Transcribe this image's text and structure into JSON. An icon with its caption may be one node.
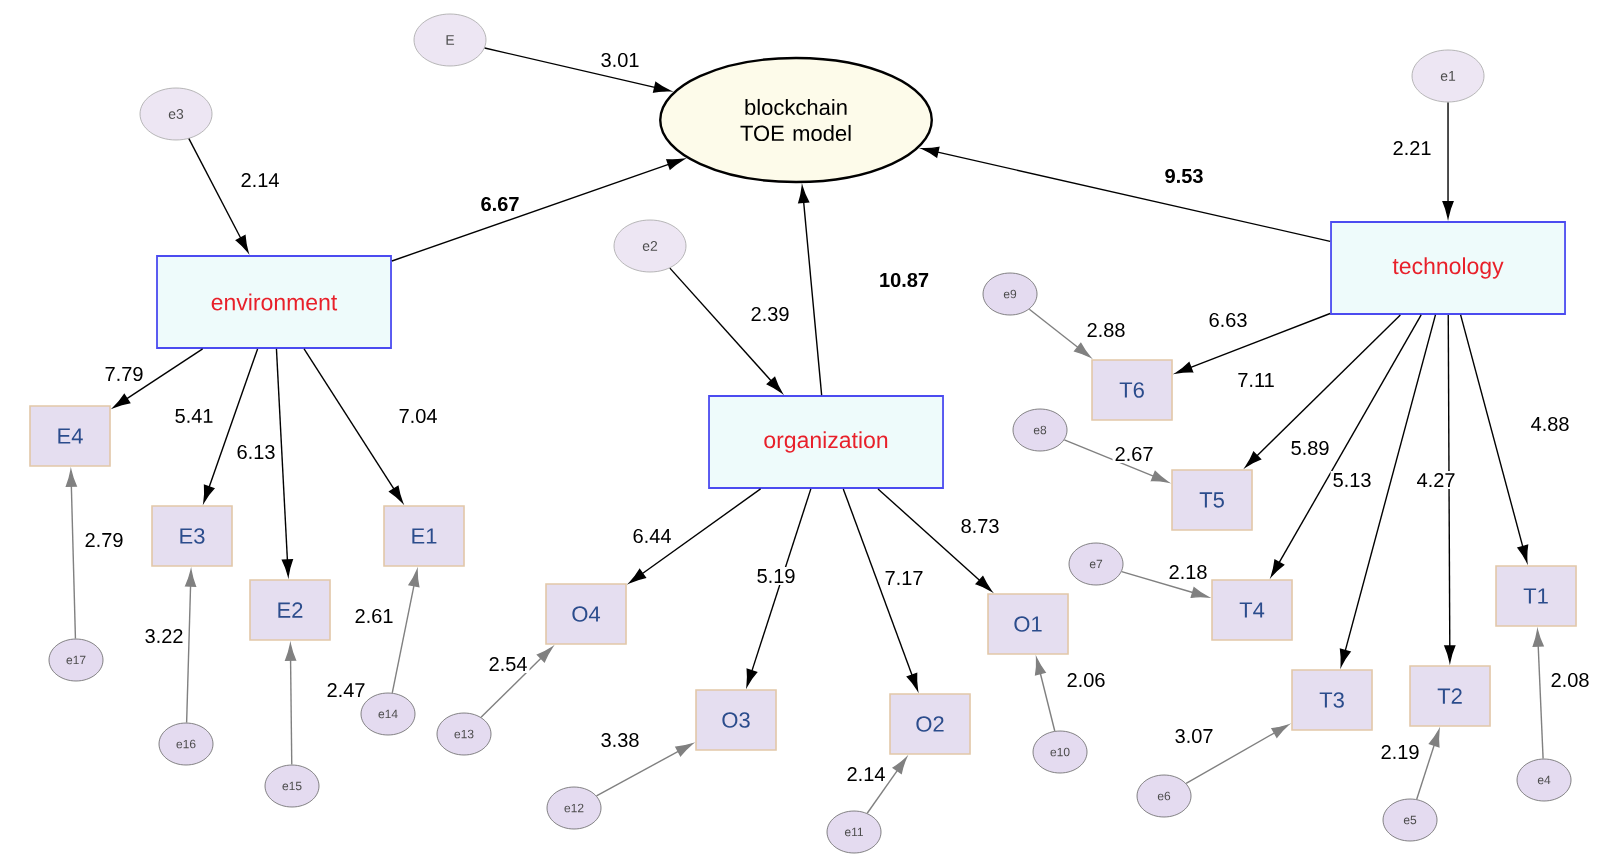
{
  "diagram": {
    "nodes": [
      {
        "text": [
          "E"
        ]
      },
      {
        "text": [
          "blockchain TOE model"
        ]
      },
      {
        "text": [
          "e3"
        ]
      },
      {
        "text": [
          "environment"
        ]
      },
      {
        "text": [
          "e2"
        ]
      },
      {
        "text": [
          "organization"
        ]
      },
      {
        "text": [
          "e1"
        ]
      },
      {
        "text": [
          "technology"
        ]
      },
      {
        "text": [
          "e9"
        ]
      },
      {
        "text": [
          "T6"
        ]
      },
      {
        "text": [
          "e8"
        ]
      },
      {
        "text": [
          "T5"
        ]
      },
      {
        "text": [
          "e7"
        ]
      },
      {
        "text": [
          "T4"
        ]
      },
      {
        "text": [
          "T3"
        ]
      },
      {
        "text": [
          "T2"
        ]
      },
      {
        "text": [
          "T1"
        ]
      },
      {
        "text": [
          "e6"
        ]
      },
      {
        "text": [
          "e5"
        ]
      },
      {
        "text": [
          "e4"
        ]
      },
      {
        "text": [
          "E4"
        ]
      },
      {
        "text": [
          "E3"
        ]
      },
      {
        "text": [
          "E2"
        ]
      },
      {
        "text": [
          "E1"
        ]
      },
      {
        "text": [
          "e17"
        ]
      },
      {
        "text": [
          "e16"
        ]
      },
      {
        "text": [
          "e15"
        ]
      },
      {
        "text": [
          "e14"
        ]
      },
      {
        "text": [
          "O4"
        ]
      },
      {
        "text": [
          "O3"
        ]
      },
      {
        "text": [
          "O2"
        ]
      },
      {
        "text": [
          "O1"
        ]
      },
      {
        "text": [
          "e13"
        ]
      },
      {
        "text": [
          "e12"
        ]
      },
      {
        "text": [
          "e11"
        ]
      },
      {
        "text": [
          "e10"
        ]
      }
    ],
    "edges": [
      {
        "from": 0,
        "to": 1,
        "arrow": "to",
        "label": "3.01"
      },
      {
        "from": 3,
        "to": 1,
        "arrow": "to",
        "label": "6.67"
      },
      {
        "from": 5,
        "to": 1,
        "arrow": "to",
        "label": "10.87"
      },
      {
        "from": 7,
        "to": 1,
        "arrow": "to",
        "label": "9.53"
      },
      {
        "from": 2,
        "to": 3,
        "arrow": "to",
        "label": "2.14"
      },
      {
        "from": 4,
        "to": 5,
        "arrow": "to",
        "label": "2.39"
      },
      {
        "from": 6,
        "to": 7,
        "arrow": "to",
        "label": "2.21"
      },
      {
        "from": 3,
        "to": 20,
        "arrow": "to",
        "label": "7.79"
      },
      {
        "from": 3,
        "to": 21,
        "arrow": "to",
        "label": "5.41"
      },
      {
        "from": 3,
        "to": 22,
        "arrow": "to",
        "label": "6.13"
      },
      {
        "from": 3,
        "to": 23,
        "arrow": "to",
        "label": "7.04"
      },
      {
        "from": 24,
        "to": 20,
        "arrow": "to",
        "label": "2.79",
        "color": "#808080"
      },
      {
        "from": 25,
        "to": 21,
        "arrow": "to",
        "label": "3.22",
        "color": "#808080"
      },
      {
        "from": 26,
        "to": 22,
        "arrow": "to",
        "label": "2.47",
        "color": "#808080"
      },
      {
        "from": 27,
        "to": 23,
        "arrow": "to",
        "label": "2.61",
        "color": "#808080"
      },
      {
        "from": 5,
        "to": 28,
        "arrow": "to",
        "label": "6.44"
      },
      {
        "from": 5,
        "to": 29,
        "arrow": "to",
        "label": "5.19"
      },
      {
        "from": 5,
        "to": 30,
        "arrow": "to",
        "label": "7.17"
      },
      {
        "from": 5,
        "to": 31,
        "arrow": "to",
        "label": "8.73"
      },
      {
        "from": 32,
        "to": 28,
        "arrow": "to",
        "label": "2.54",
        "color": "#808080"
      },
      {
        "from": 33,
        "to": 29,
        "arrow": "to",
        "label": "3.38",
        "color": "#808080"
      },
      {
        "from": 34,
        "to": 30,
        "arrow": "to",
        "label": "2.14",
        "color": "#808080"
      },
      {
        "from": 35,
        "to": 31,
        "arrow": "to",
        "label": "2.06",
        "color": "#808080"
      },
      {
        "from": 7,
        "to": 9,
        "arrow": "to",
        "label": "6.63"
      },
      {
        "from": 7,
        "to": 11,
        "arrow": "to",
        "label": "7.11"
      },
      {
        "from": 7,
        "to": 13,
        "arrow": "to",
        "label": "5.89"
      },
      {
        "from": 7,
        "to": 14,
        "arrow": "to",
        "label": "5.13"
      },
      {
        "from": 7,
        "to": 15,
        "arrow": "to",
        "label": "4.27"
      },
      {
        "from": 7,
        "to": 16,
        "arrow": "to",
        "label": "4.88"
      },
      {
        "from": 8,
        "to": 9,
        "arrow": "to",
        "label": "2.88",
        "color": "#808080"
      },
      {
        "from": 10,
        "to": 11,
        "arrow": "to",
        "label": "2.67",
        "color": "#808080"
      },
      {
        "from": 12,
        "to": 13,
        "arrow": "to",
        "label": "2.18",
        "color": "#808080"
      },
      {
        "from": 17,
        "to": 14,
        "arrow": "to",
        "label": "3.07",
        "color": "#808080"
      },
      {
        "from": 18,
        "to": 15,
        "arrow": "to",
        "label": "2.19",
        "color": "#808080"
      },
      {
        "from": 19,
        "to": 16,
        "arrow": "to",
        "label": "2.08",
        "color": "#808080"
      }
    ]
  }
}
